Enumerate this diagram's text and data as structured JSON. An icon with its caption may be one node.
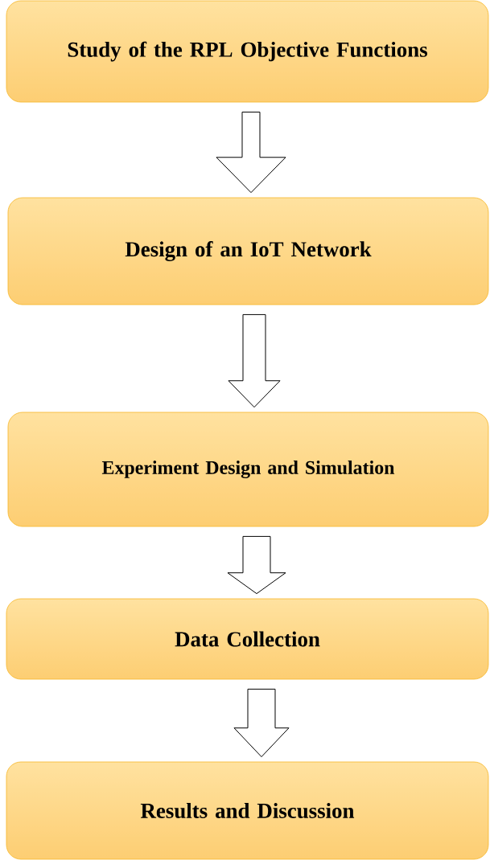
{
  "diagram": {
    "nodes": [
      {
        "text": [
          "Study of the RPL Objective Functions"
        ]
      },
      {
        "text": [
          "Design of an IoT Network"
        ]
      },
      {
        "text": [
          "Experiment Design and Simulation"
        ]
      },
      {
        "text": [
          "Data Collection"
        ]
      },
      {
        "text": [
          "Results and Discussion"
        ]
      }
    ],
    "edges": [
      {
        "from": 0,
        "to": 1,
        "arrow": "to"
      },
      {
        "from": 1,
        "to": 2,
        "arrow": "to"
      },
      {
        "from": 2,
        "to": 3,
        "arrow": "to"
      },
      {
        "from": 3,
        "to": 4,
        "arrow": "to"
      }
    ]
  }
}
